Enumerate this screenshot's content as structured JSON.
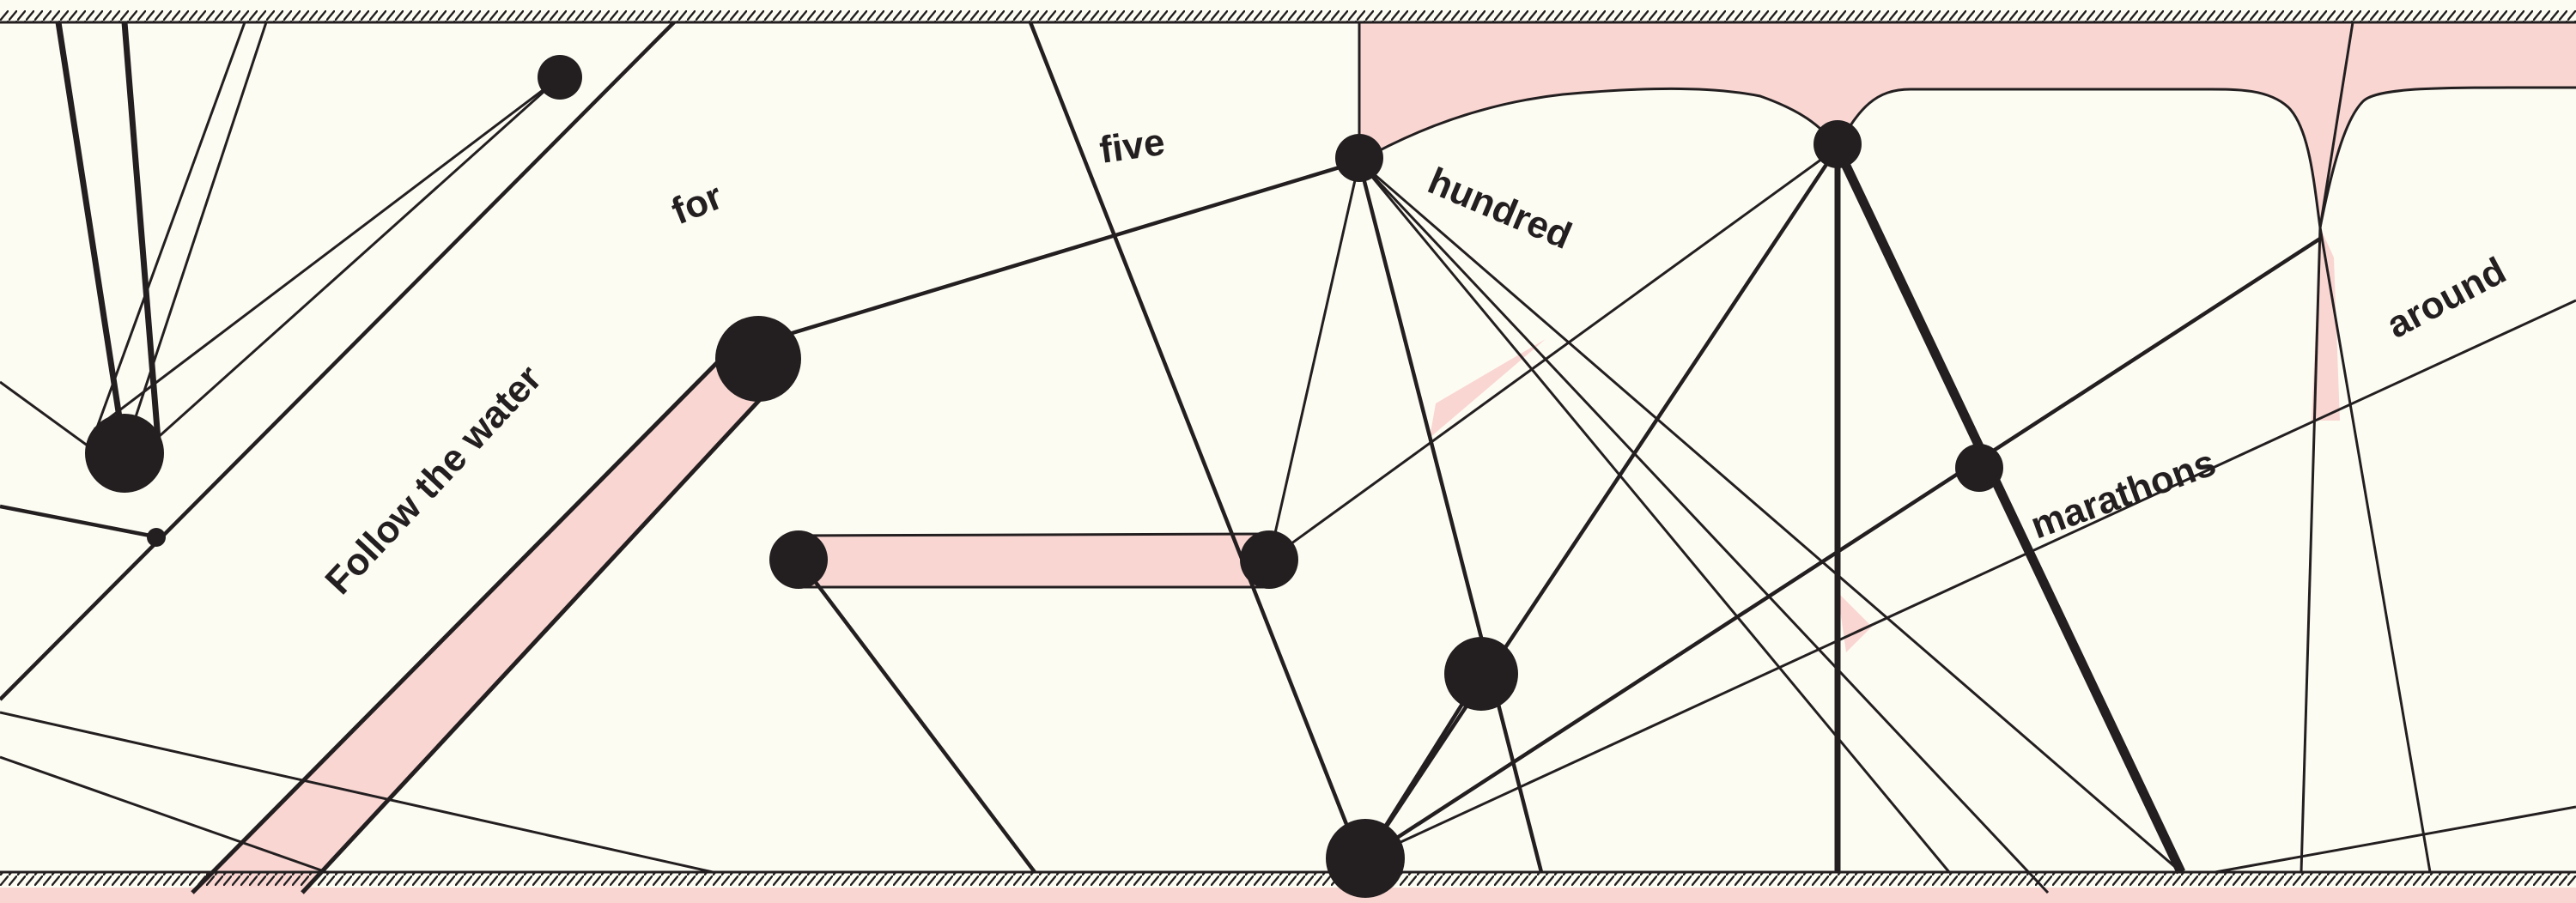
{
  "colors": {
    "background": "#fdfcf3",
    "ink": "#231f20",
    "pink": "#f9d6d2"
  },
  "words": {
    "follow": "Follow the water",
    "for": "for",
    "five": "five",
    "hundred": "hundred",
    "marathons": "marathons",
    "around": "around"
  }
}
